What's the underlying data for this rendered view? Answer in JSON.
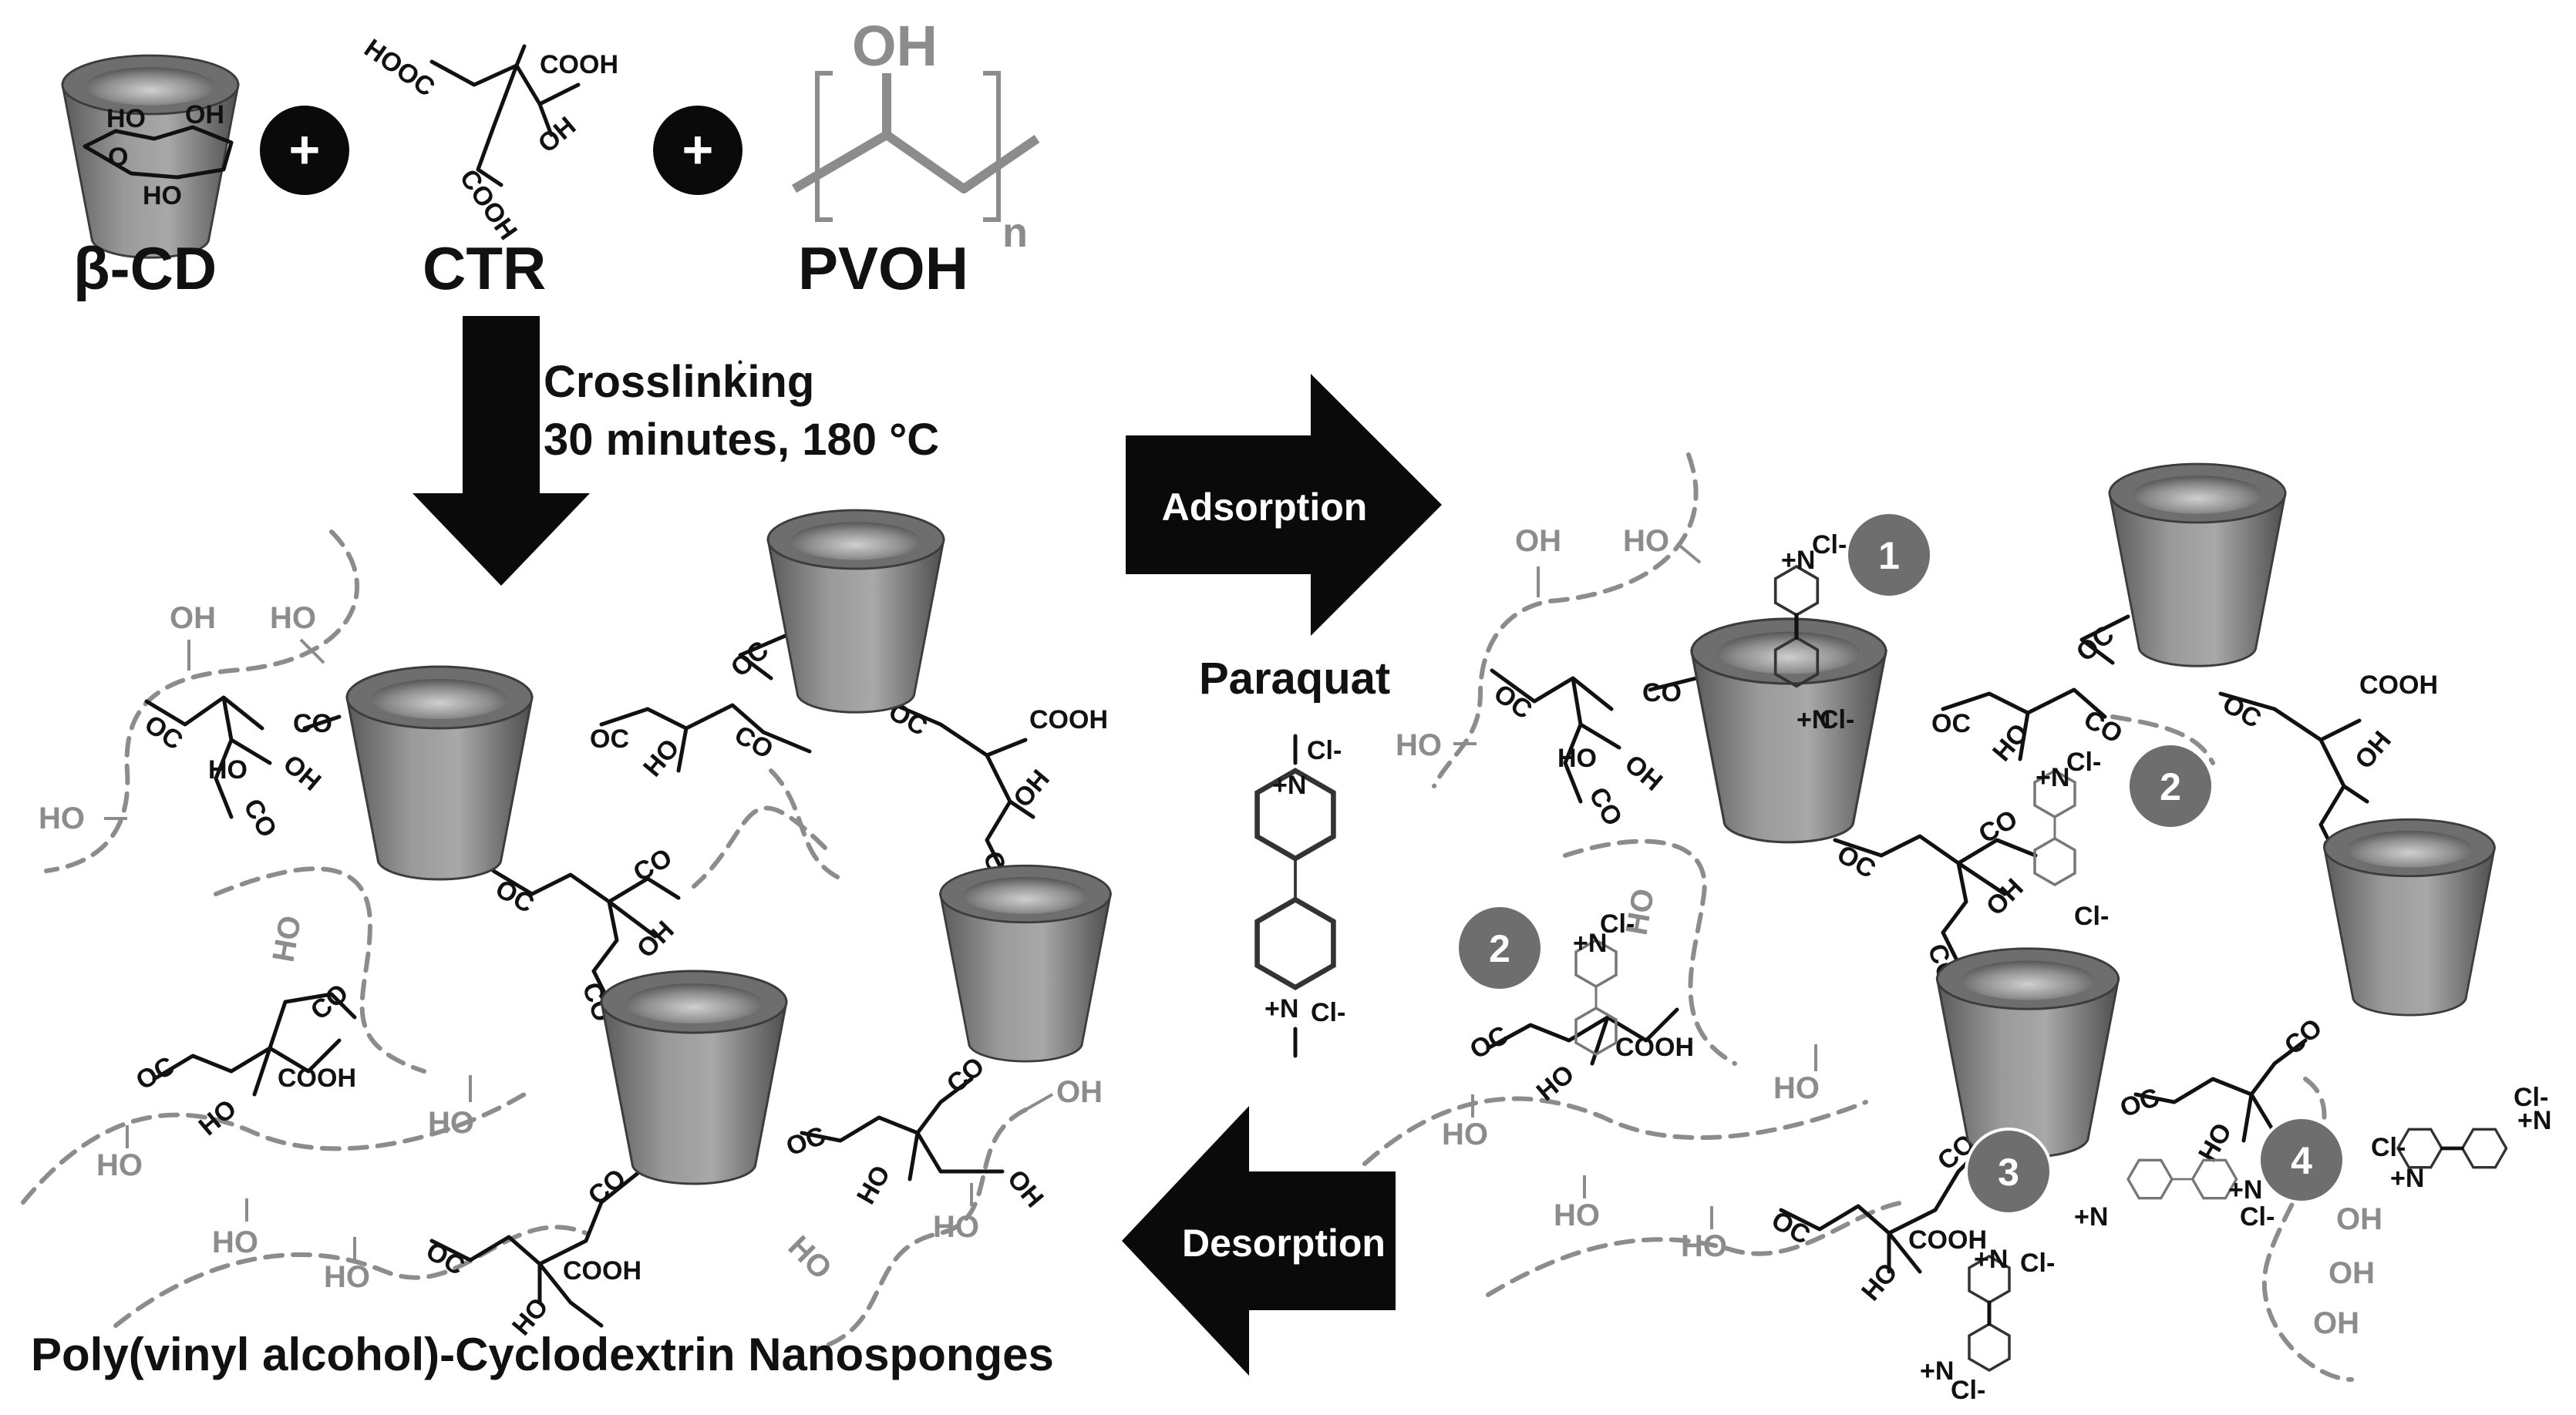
{
  "reactants": {
    "beta_cd": "β-CD",
    "ctr": "CTR",
    "pvoh": "PVOH",
    "plus": "+",
    "pvoh_oh": "OH",
    "pvoh_n": "n"
  },
  "ctr_groups": {
    "hooc": "HOOC",
    "cooh": "COOH",
    "oh": "OH",
    "cooh2": "COOH"
  },
  "cd_small_groups": {
    "oh1": "HO",
    "oh2": "OH",
    "o": "O",
    "ho3": "HO"
  },
  "crosslink": {
    "line1": "Crosslinking",
    "line2": "30 minutes, 180 °C"
  },
  "arrows": {
    "adsorption": "Adsorption",
    "desorption": "Desorption"
  },
  "paraquat": {
    "label": "Paraquat",
    "n_plus": "+N",
    "cl": "Cl-",
    "n_plus2": "+N",
    "cl2": "Cl-"
  },
  "groups": {
    "oh": "OH",
    "ho": "HO",
    "oc": "OC",
    "co": "CO",
    "cooh": "COOH"
  },
  "site_numbers": [
    "1",
    "2",
    "2",
    "3",
    "4"
  ],
  "caption": "Poly(vinyl alcohol)-Cyclodextrin Nanosponges"
}
